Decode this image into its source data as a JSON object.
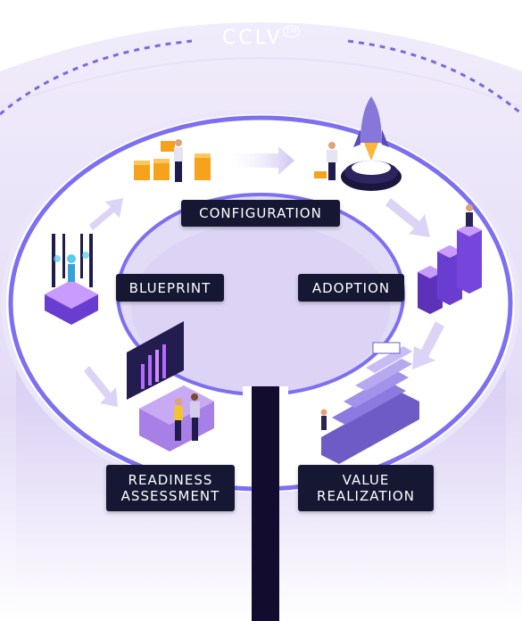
{
  "brand": {
    "name": "CCLV",
    "mark": "TM"
  },
  "stages": {
    "configuration": "CONFIGURATION",
    "blueprint": "BLUEPRINT",
    "adoption": "ADOPTION",
    "readiness": "READINESS\nASSESSMENT",
    "value": "VALUE\nREALIZATION"
  },
  "colors": {
    "ring": "#7c6ff2",
    "label_bg": "#151733",
    "accent": "#8a4df0",
    "pillar": "#120d2e"
  }
}
